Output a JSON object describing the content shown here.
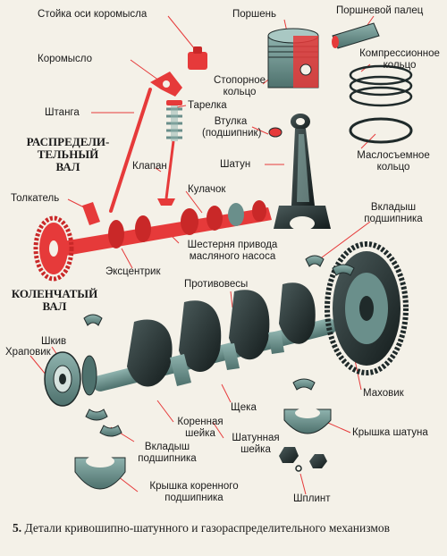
{
  "colors": {
    "accent_red": "#e63a3a",
    "metal_teal": "#6a8f8b",
    "metal_dark": "#1f2a2a",
    "paper": "#f4f1e8",
    "text": "#1b1b1b"
  },
  "sections": {
    "camshaft_title": "РАСПРЕДЕЛИ-\nТЕЛЬНЫЙ\nВАЛ",
    "crankshaft_title": "КОЛЕНЧАТЫЙ\nВАЛ"
  },
  "labels": {
    "rocker_axle_post": "Стойка оси коромысла",
    "piston": "Поршень",
    "piston_pin": "Поршневой палец",
    "rocker_arm": "Коромысло",
    "compression_ring": "Компрессионное\nкольцо",
    "retaining_ring": "Стопорное\nкольцо",
    "spring_plate": "Тарелка",
    "pushrod": "Штанга",
    "bushing": "Втулка\n(подшипник)",
    "connecting_rod": "Шатун",
    "oil_ring": "Маслосъемное\nкольцо",
    "valve": "Клапан",
    "cam": "Кулачок",
    "tappet": "Толкатель",
    "bearing_shells": "Вкладыш\nподшипника",
    "oil_pump_gear": "Шестерня привода\nмасляного насоса",
    "eccentric": "Эксцентрик",
    "counterweights": "Противовесы",
    "pulley": "Шкив",
    "ratchet": "Храповик",
    "flywheel": "Маховик",
    "cheek": "Щека",
    "main_journal": "Коренная\nшейка",
    "rod_journal": "Шатунная\nшейка",
    "bearing_shell_bottom": "Вкладыш\nподшипника",
    "rod_cap": "Крышка шатуна",
    "cotter_pin": "Шплинт",
    "main_cap": "Крышка коренного\nподшипника"
  },
  "caption": {
    "number": "5.",
    "text": "Детали кривошипно-шатунного и газораспределительного механизмов"
  }
}
